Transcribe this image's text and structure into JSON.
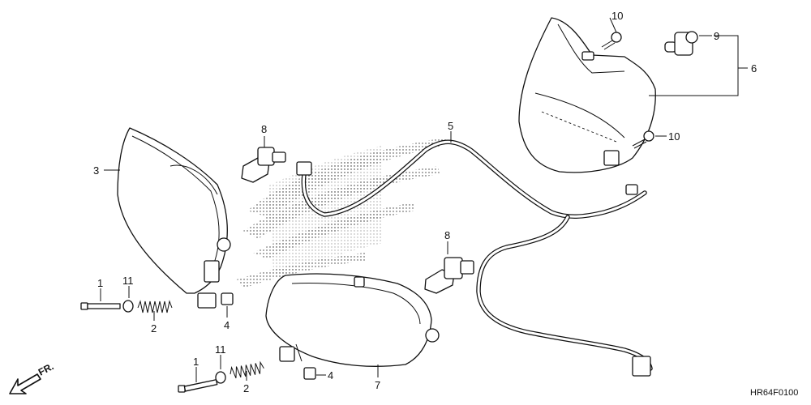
{
  "callouts": {
    "c1a": "1",
    "c11a": "11",
    "c2a": "2",
    "c4a": "4",
    "c3": "3",
    "c8a": "8",
    "c5": "5",
    "c10a": "10",
    "c9": "9",
    "c6": "6",
    "c10b": "10",
    "c8b": "8",
    "c1b": "1",
    "c11b": "11",
    "c2b": "2",
    "c4b": "4",
    "c7": "7"
  },
  "direction_label": "FR.",
  "diagram_code": "HR64F0100"
}
